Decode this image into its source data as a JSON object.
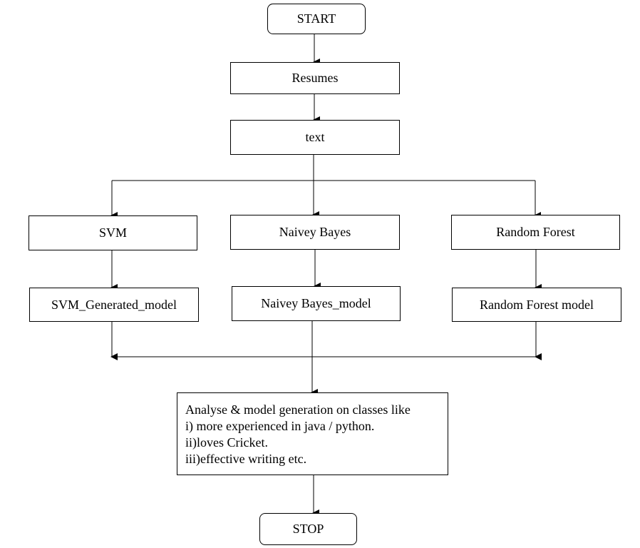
{
  "flowchart": {
    "start": "START",
    "resumes": "Resumes",
    "text": "text",
    "algorithms": [
      "SVM",
      "Naivey Bayes",
      "Random Forest"
    ],
    "models": [
      "SVM_Generated_model",
      "Naivey Bayes_model",
      "Random Forest model"
    ],
    "analysis": {
      "lines": [
        "Analyse & model generation on classes like",
        "i) more experienced in java / python.",
        "ii)loves Cricket.",
        "iii)effective writing etc."
      ]
    },
    "stop": "STOP"
  }
}
